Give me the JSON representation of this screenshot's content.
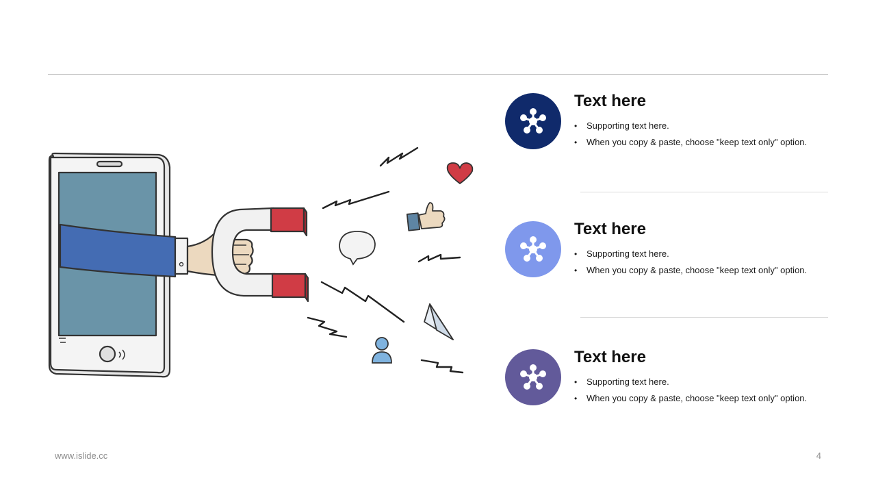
{
  "items": [
    {
      "title": "Text here",
      "bullets": [
        "Supporting  text here.",
        "When  you copy & paste, choose \"keep text only\" option."
      ],
      "color": "#102a6b",
      "icon": "network-nodes-icon"
    },
    {
      "title": "Text here",
      "bullets": [
        "Supporting  text here.",
        "When  you copy & paste, choose \"keep text only\" option."
      ],
      "color": "#7f98ec",
      "icon": "network-nodes-icon"
    },
    {
      "title": "Text here",
      "bullets": [
        "Supporting  text here.",
        "When  you copy & paste, choose \"keep text only\" option."
      ],
      "color": "#625a9a",
      "icon": "network-nodes-icon"
    }
  ],
  "footer": {
    "url": "www.islide.cc",
    "page_number": "4"
  },
  "illustration": {
    "subject": "hand-with-magnet-from-phone",
    "icons": [
      "phone-icon",
      "hand-icon",
      "magnet-icon",
      "heart-icon",
      "thumbs-up-icon",
      "speech-bubble-icon",
      "paper-plane-icon",
      "user-icon"
    ],
    "colors": {
      "screen": "#6a94a8",
      "sleeve": "#446cb3",
      "magnet_tip": "#d03c45",
      "heart": "#d03c45",
      "user": "#7fb3df"
    }
  }
}
